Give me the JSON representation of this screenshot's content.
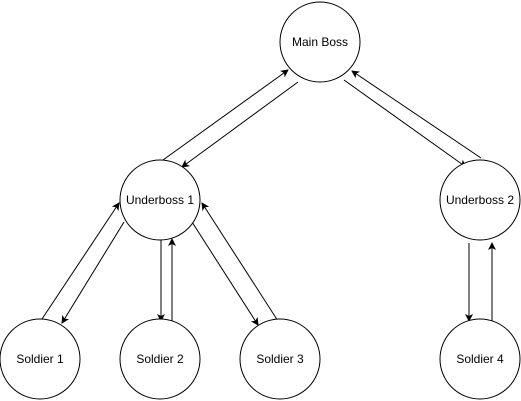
{
  "nodes": {
    "main_boss": "Main Boss",
    "underboss_1": "Underboss 1",
    "underboss_2": "Underboss 2",
    "soldier_1": "Soldier 1",
    "soldier_2": "Soldier 2",
    "soldier_3": "Soldier 3",
    "soldier_4": "Soldier 4"
  },
  "edges": [
    {
      "from": "main_boss",
      "to": "underboss_1"
    },
    {
      "from": "underboss_1",
      "to": "main_boss"
    },
    {
      "from": "main_boss",
      "to": "underboss_2"
    },
    {
      "from": "underboss_2",
      "to": "main_boss"
    },
    {
      "from": "underboss_1",
      "to": "soldier_1"
    },
    {
      "from": "soldier_1",
      "to": "underboss_1"
    },
    {
      "from": "underboss_1",
      "to": "soldier_2"
    },
    {
      "from": "soldier_2",
      "to": "underboss_1"
    },
    {
      "from": "underboss_1",
      "to": "soldier_3"
    },
    {
      "from": "soldier_3",
      "to": "underboss_1"
    },
    {
      "from": "underboss_2",
      "to": "soldier_4"
    },
    {
      "from": "soldier_4",
      "to": "underboss_2"
    }
  ],
  "colors": {
    "stroke": "#000000",
    "fill": "#ffffff"
  }
}
